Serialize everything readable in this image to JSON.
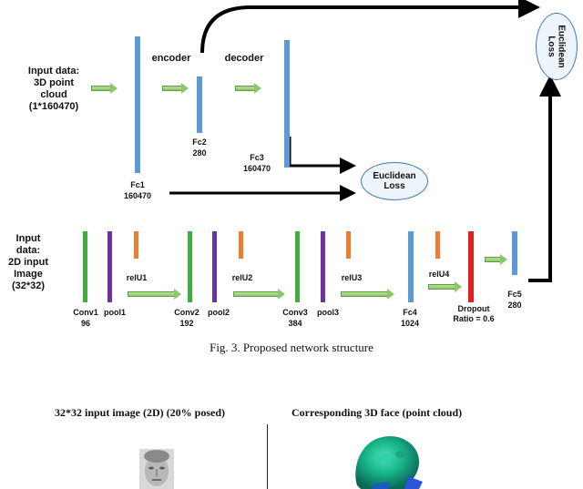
{
  "diagram": {
    "top_input_label": "Input data:\n3D point\ncloud\n(1*160470)",
    "bottom_input_label": "Input\ndata:\n2D input\nImage\n(32*32)",
    "encoder_label": "encoder",
    "decoder_label": "decoder",
    "fc1": {
      "name": "Fc1",
      "size": "160470"
    },
    "fc2": {
      "name": "Fc2",
      "size": "280"
    },
    "fc3": {
      "name": "Fc3",
      "size": "160470"
    },
    "euclidean_loss_mid": "Euclidean\nLoss",
    "euclidean_loss_right": "Euclidean\nLoss",
    "conv1": {
      "name": "Conv1",
      "size": "96"
    },
    "pool1": "pool1",
    "relu1": "relU1",
    "conv2": {
      "name": "Conv2",
      "size": "192"
    },
    "pool2": "pool2",
    "relu2": "relU2",
    "conv3": {
      "name": "Conv3",
      "size": "384"
    },
    "pool3": "pool3",
    "relu3": "relU3",
    "fc4": {
      "name": "Fc4",
      "size": "1024"
    },
    "relu4": "relU4",
    "dropout": "Dropout\nRatio = 0.6",
    "fc5": {
      "name": "Fc5",
      "size": "280"
    }
  },
  "colors": {
    "fc_blue": "#5b9bd5",
    "conv_green": "#3fae3f",
    "pool_purple": "#7030a0",
    "relu_orange": "#ed7d31",
    "dropout_red": "#e02020"
  },
  "caption": "Fig. 3.   Proposed network structure",
  "figure_bottom": {
    "left_title": "32*32 input image (2D) (20% posed)",
    "right_title": "Corresponding 3D face  (point cloud)"
  }
}
